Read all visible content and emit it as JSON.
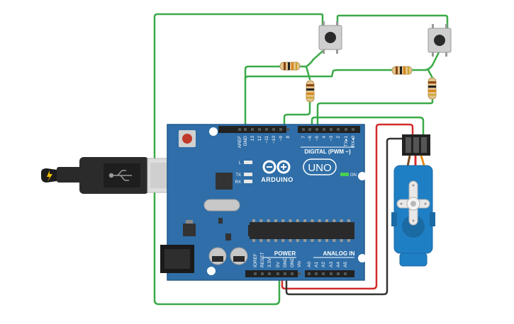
{
  "board": {
    "brand": "ARDUINO",
    "model": "UNO",
    "digital_label": "DIGITAL (PWM ~)",
    "power_label": "POWER",
    "analog_label": "ANALOG IN",
    "on_label": "ON",
    "led_l": "L",
    "led_tx": "TX",
    "led_rx": "RX",
    "top_header": [
      "AREF",
      "GND",
      "13",
      "12",
      "~11",
      "~10",
      "~9",
      "8",
      "7",
      "~6",
      "~5",
      "4",
      "~3",
      "2",
      "TX▸1",
      "RX◂0"
    ],
    "power_header": [
      "IOREF",
      "RESET",
      "3.3V",
      "5V",
      "GND",
      "GND",
      "Vin"
    ],
    "analog_header": [
      "A0",
      "A1",
      "A2",
      "A3",
      "A4",
      "A5"
    ]
  },
  "colors": {
    "board": "#2f6ea8",
    "board_edge": "#25598a",
    "wire_green": "#3aaa48",
    "wire_red": "#d32b2b",
    "wire_black": "#333333",
    "servo": "#1f7fc4",
    "header": "#222222"
  }
}
